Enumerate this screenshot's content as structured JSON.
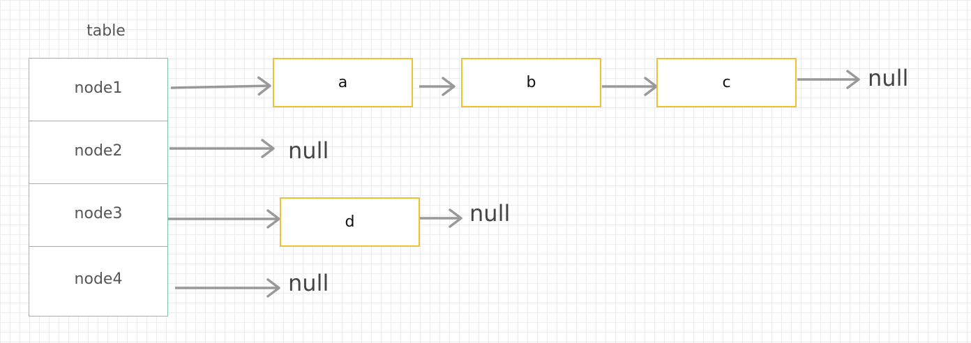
{
  "table": {
    "title": "table",
    "cells": [
      "node1",
      "node2",
      "node3",
      "node4"
    ]
  },
  "nodes": {
    "a": "a",
    "b": "b",
    "c": "c",
    "d": "d"
  },
  "null_label": "null",
  "colors": {
    "table_border": "#7cc4a4",
    "node_border": "#f0c030",
    "arrow": "#999999",
    "grid": "#ececec"
  }
}
